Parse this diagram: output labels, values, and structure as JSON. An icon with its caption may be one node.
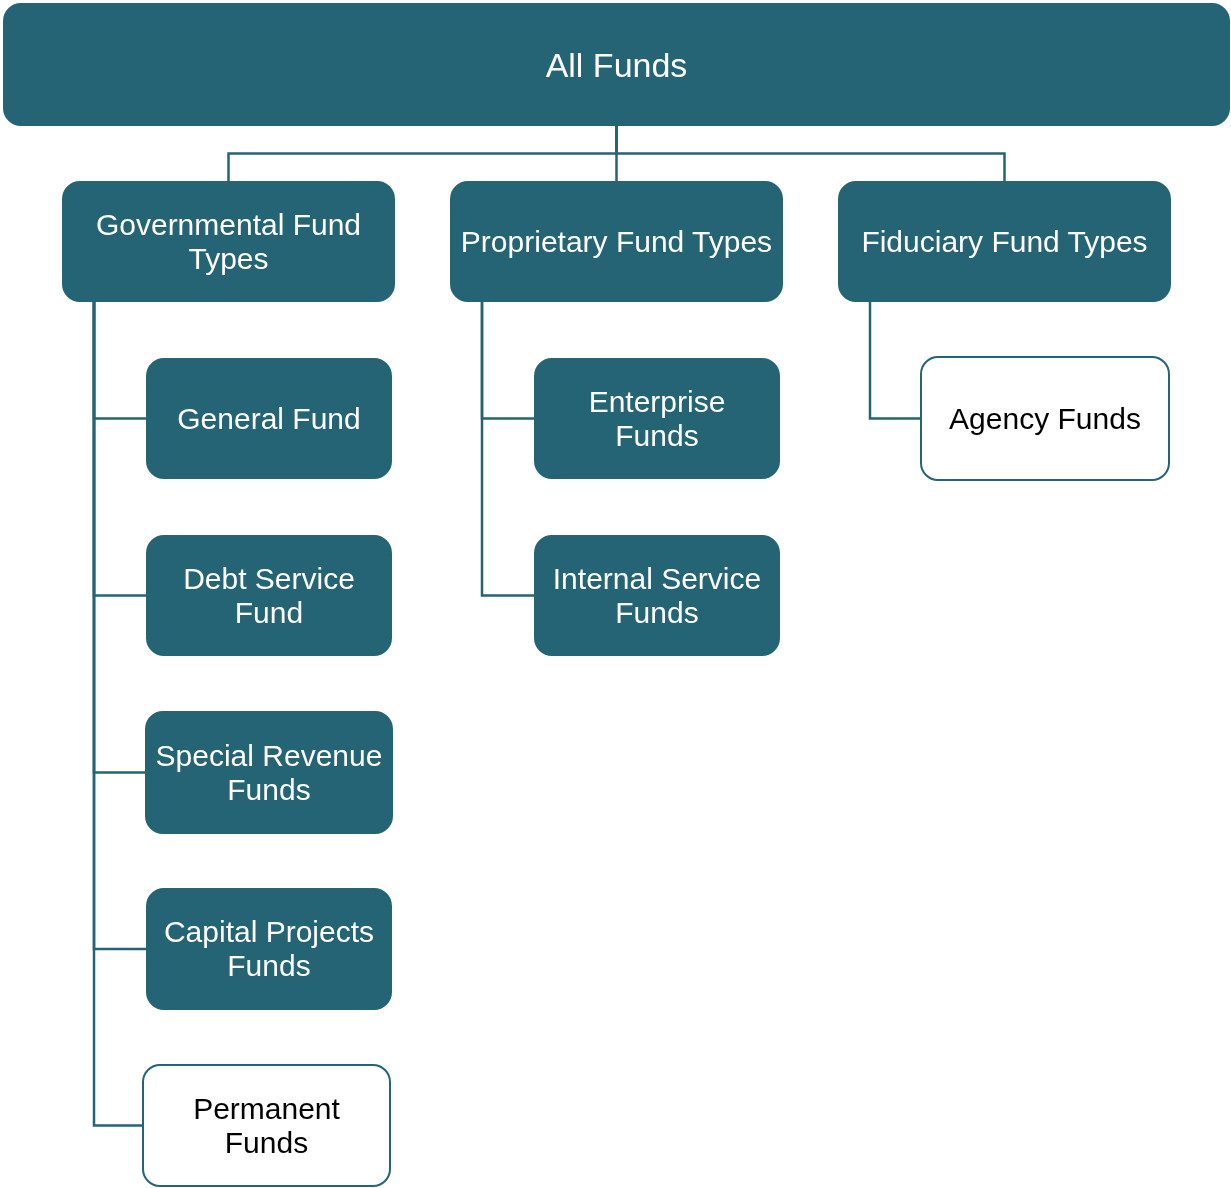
{
  "diagram": {
    "nodes": [
      {
        "text": [
          "All Funds"
        ]
      },
      {
        "text": [
          "Governmental Fund Types"
        ]
      },
      {
        "text": [
          "Proprietary Fund Types"
        ]
      },
      {
        "text": [
          "Fiduciary Fund Types"
        ]
      },
      {
        "text": [
          "General Fund"
        ]
      },
      {
        "text": [
          "Debt Service Fund"
        ]
      },
      {
        "text": [
          "Special Revenue Funds"
        ]
      },
      {
        "text": [
          "Capital Projects Funds"
        ]
      },
      {
        "text": [
          "Permanent Funds"
        ]
      },
      {
        "text": [
          "Enterprise Funds"
        ]
      },
      {
        "text": [
          "Internal Service Funds"
        ]
      },
      {
        "text": [
          "Agency Funds"
        ]
      }
    ],
    "edges": [
      {
        "from": 0,
        "to": 1,
        "arrow": "none"
      },
      {
        "from": 0,
        "to": 2,
        "arrow": "none"
      },
      {
        "from": 0,
        "to": 3,
        "arrow": "none"
      },
      {
        "from": 1,
        "to": 4,
        "arrow": "none"
      },
      {
        "from": 1,
        "to": 5,
        "arrow": "none"
      },
      {
        "from": 1,
        "to": 6,
        "arrow": "none"
      },
      {
        "from": 1,
        "to": 7,
        "arrow": "none"
      },
      {
        "from": 1,
        "to": 8,
        "arrow": "none"
      },
      {
        "from": 2,
        "to": 9,
        "arrow": "none"
      },
      {
        "from": 2,
        "to": 10,
        "arrow": "none"
      },
      {
        "from": 3,
        "to": 11,
        "arrow": "none"
      }
    ]
  }
}
